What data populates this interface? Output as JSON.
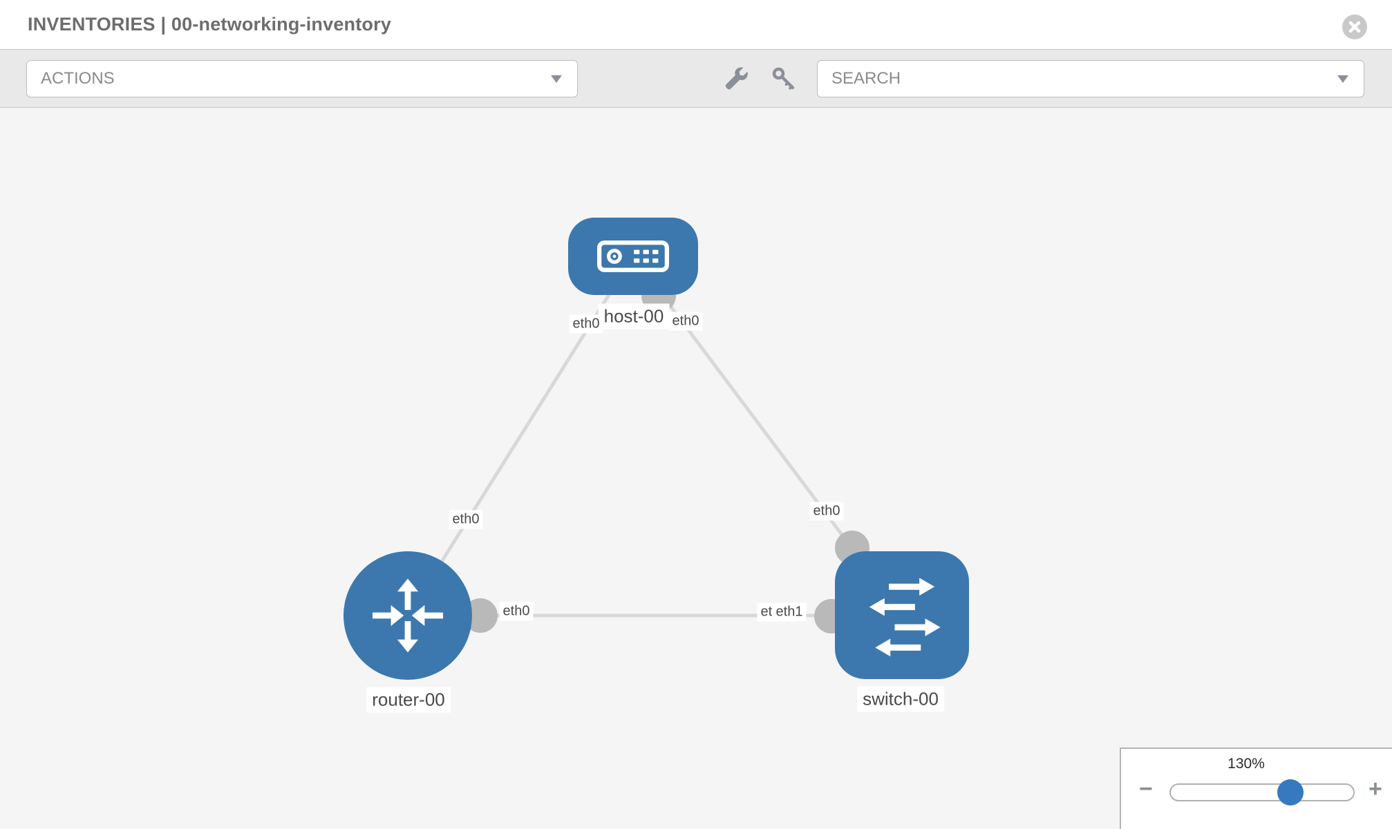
{
  "header": {
    "title": "INVENTORIES | 00-networking-inventory",
    "close_icon": "close-x"
  },
  "toolbar": {
    "actions": {
      "label": "ACTIONS"
    },
    "search": {
      "placeholder": "SEARCH"
    },
    "wrench_icon": "wrench",
    "key_icon": "key"
  },
  "topology": {
    "nodes": [
      {
        "id": "host-00",
        "type": "host",
        "label": "host-00",
        "icon": "server-icon"
      },
      {
        "id": "router-00",
        "type": "router",
        "label": "router-00",
        "icon": "router-arrows-icon"
      },
      {
        "id": "switch-00",
        "type": "switch",
        "label": "switch-00",
        "icon": "switch-arrows-icon"
      }
    ],
    "links": [
      {
        "from": "host-00",
        "from_interface": "eth0",
        "to": "router-00",
        "to_interface": "eth0"
      },
      {
        "from": "host-00",
        "from_interface": "eth0",
        "to": "switch-00",
        "to_interface": "eth0"
      },
      {
        "from": "router-00",
        "from_interface": "eth0",
        "to": "switch-00",
        "to_interface": "eth1"
      }
    ],
    "interface_labels": {
      "host_left": "eth0",
      "host_right": "eth0",
      "router_top": "eth0",
      "switch_top": "eth0",
      "router_right": "eth0",
      "switch_left_back": "eth0",
      "switch_left_front": "eth1"
    }
  },
  "zoom_control": {
    "value": "130%",
    "minus": "−",
    "plus": "+"
  },
  "colors": {
    "node_blue": "#3c78ad",
    "link_gray": "#d8d8d8",
    "connector_gray": "#b9b9b9",
    "slider_blue": "#3779be",
    "toolbar_bg": "#e9e9e9",
    "canvas_bg": "#f5f5f5"
  }
}
